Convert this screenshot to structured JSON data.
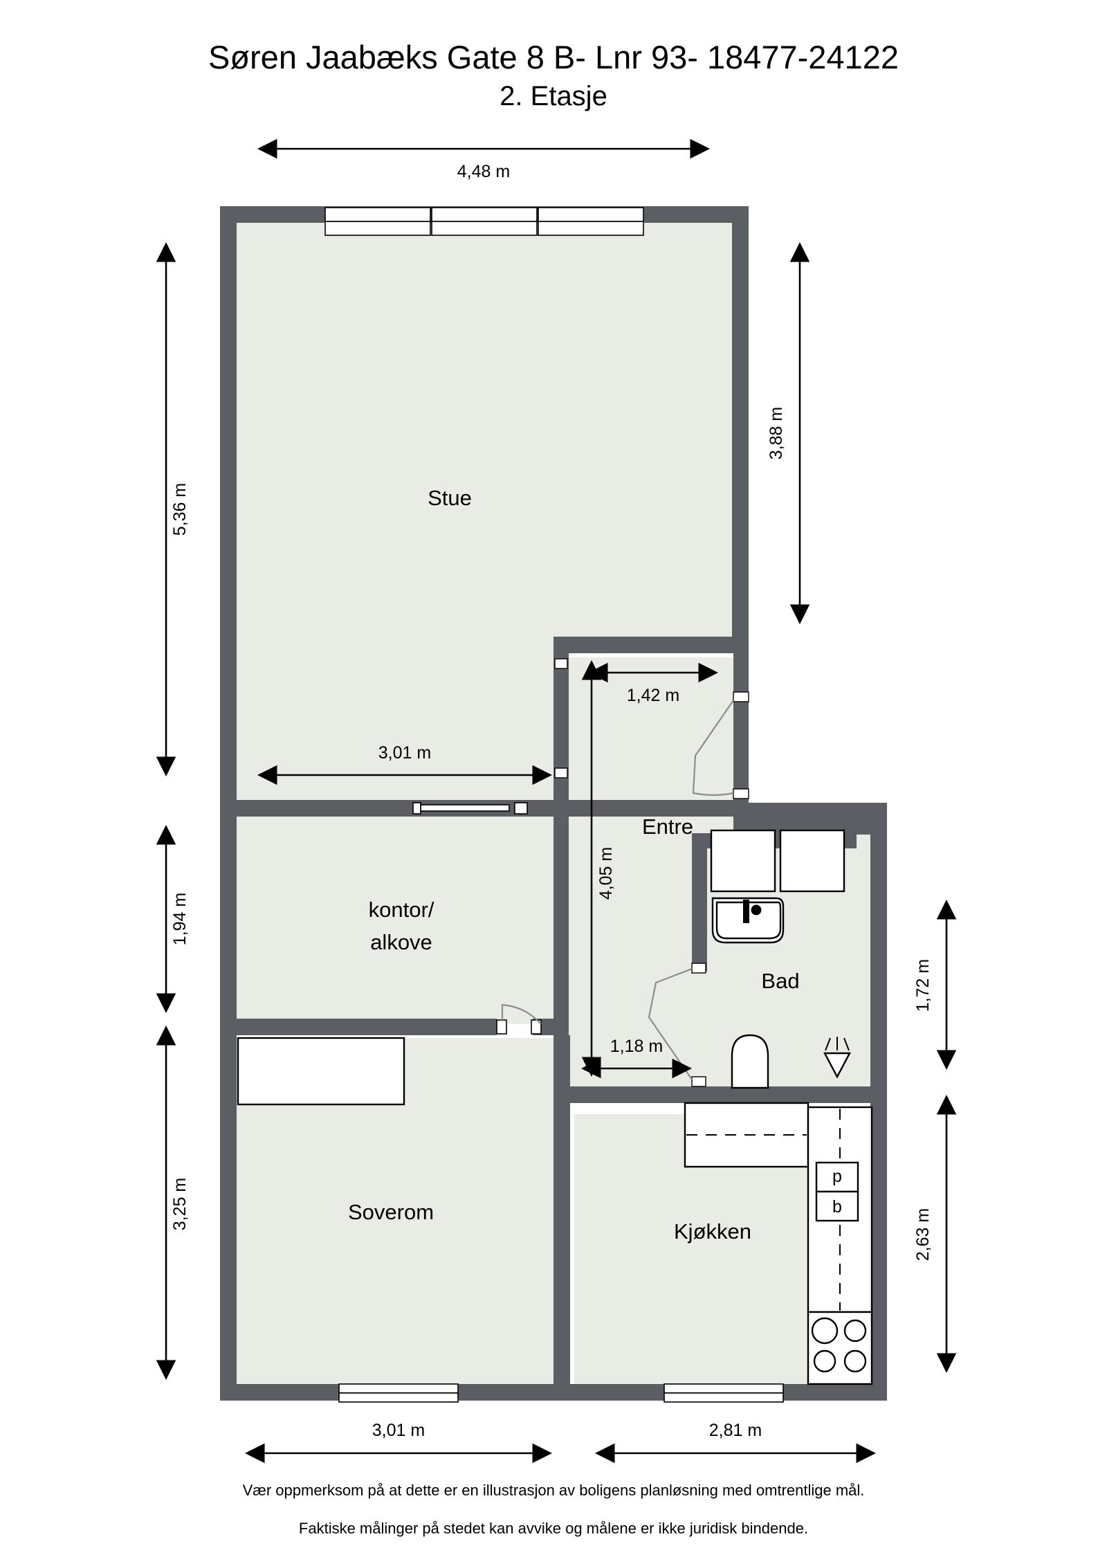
{
  "header": {
    "title": "Søren Jaabæks Gate 8 B- Lnr 93- 18477-24122",
    "subtitle": "2. Etasje"
  },
  "footer": {
    "line1": "Vær oppmerksom på at dette er en illustrasjon av boligens planløsning med omtrentlige mål.",
    "line2": "Faktiske målinger på stedet kan avvike og målene er ikke juridisk bindende."
  },
  "rooms": [
    {
      "id": "stue",
      "label": "Stue"
    },
    {
      "id": "kontor-alkove-line1",
      "label": "kontor/"
    },
    {
      "id": "kontor-alkove-line2",
      "label": "alkove"
    },
    {
      "id": "soverom",
      "label": "Soverom"
    },
    {
      "id": "entre",
      "label": "Entre"
    },
    {
      "id": "bad",
      "label": "Bad"
    },
    {
      "id": "kjokken",
      "label": "Kjøkken"
    }
  ],
  "dimensions": {
    "top_width": "4,48 m",
    "left_upper": "5,36 m",
    "left_mid": "1,94 m",
    "left_lower": "3,25 m",
    "right_upper": "3,88 m",
    "right_mid": "1,72 m",
    "right_lower": "2,63 m",
    "stue_bottom_width": "3,01 m",
    "entre_width": "1,42 m",
    "entre_height": "4,05 m",
    "entre_bottom_width": "1,18 m",
    "bottom_left": "3,01 m",
    "bottom_right": "2,81 m"
  },
  "colors": {
    "wall": "#5b5f64",
    "room": "#e9ece5",
    "white": "#ffffff",
    "ink": "#000000"
  }
}
